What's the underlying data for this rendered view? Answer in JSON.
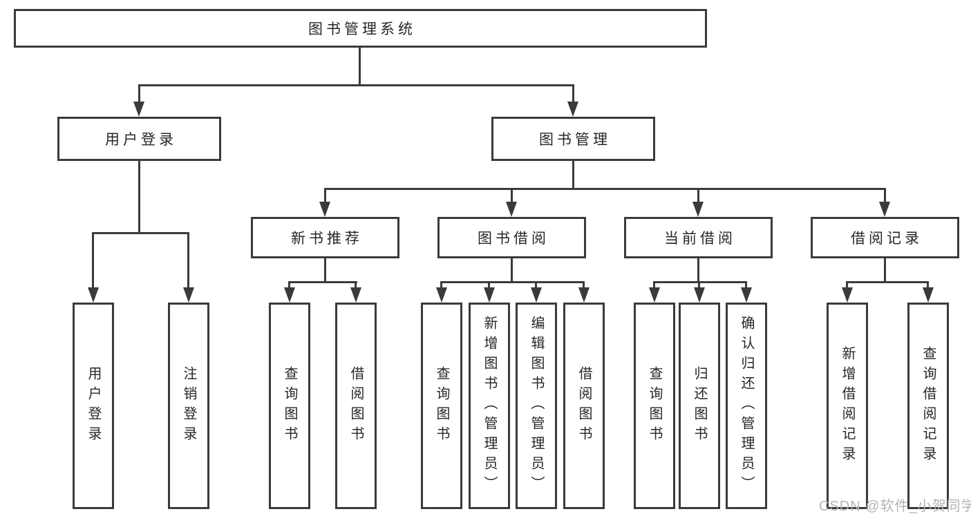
{
  "colors": {
    "line": "#3a3a3a",
    "text": "#262626",
    "background": "#ffffff",
    "watermark_color": "#b3b3b3"
  },
  "tree": {
    "root": {
      "label": "图书管理系统"
    },
    "children": [
      {
        "label": "用户登录",
        "children": [
          {
            "label": "用户登录"
          },
          {
            "label": "注销登录"
          }
        ]
      },
      {
        "label": "图书管理",
        "children": [
          {
            "label": "新书推荐",
            "children": [
              {
                "label": "查询图书"
              },
              {
                "label": "借阅图书"
              }
            ]
          },
          {
            "label": "图书借阅",
            "children": [
              {
                "label": "查询图书"
              },
              {
                "label": "新增图书（管理员）"
              },
              {
                "label": "编辑图书（管理员）"
              },
              {
                "label": "借阅图书"
              }
            ]
          },
          {
            "label": "当前借阅",
            "children": [
              {
                "label": "查询图书"
              },
              {
                "label": "归还图书"
              },
              {
                "label": "确认归还（管理员）"
              }
            ]
          },
          {
            "label": "借阅记录",
            "children": [
              {
                "label": "新增借阅记录"
              },
              {
                "label": "查询借阅记录"
              }
            ]
          }
        ]
      }
    ]
  },
  "watermark": {
    "text": "CSDN @软件_小贺同学"
  }
}
